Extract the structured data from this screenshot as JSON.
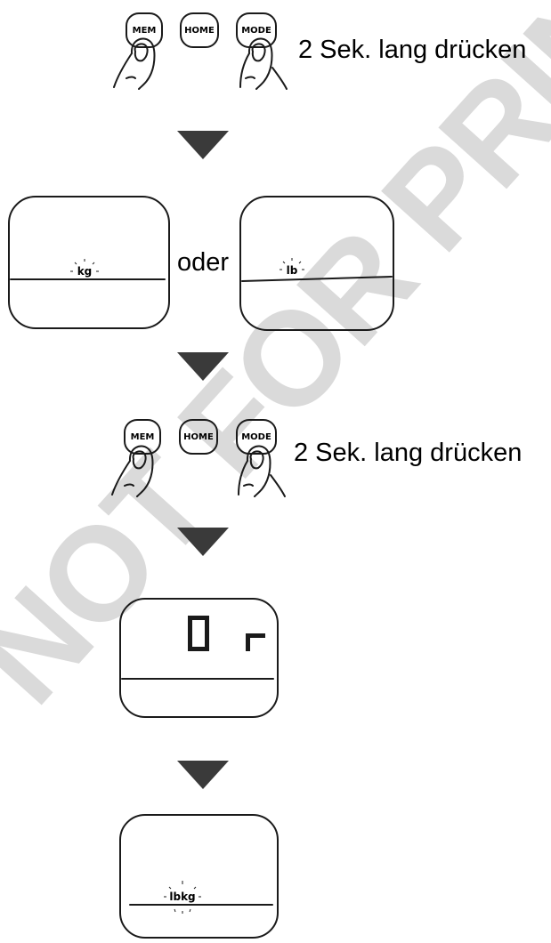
{
  "steps": {
    "step1": {
      "buttons": [
        "MEM",
        "HOME",
        "MODE"
      ],
      "instruction": "2 Sek. lang drücken"
    },
    "step2": {
      "left_unit": "kg",
      "connector": "oder",
      "right_unit": "lb"
    },
    "step3": {
      "buttons": [
        "MEM",
        "HOME",
        "MODE"
      ],
      "instruction": "2 Sek. lang drücken"
    },
    "step4": {
      "display_text": "Or"
    },
    "step5": {
      "unit": "lbkg"
    }
  },
  "watermark": "NOT FOR PRINTING",
  "colors": {
    "arrow": "#3a3a3a",
    "ink": "#1a1a1a",
    "watermark": "#d3d3d3"
  },
  "icons": [
    "finger-press-icon",
    "down-arrow-icon",
    "blink-rays-icon"
  ]
}
